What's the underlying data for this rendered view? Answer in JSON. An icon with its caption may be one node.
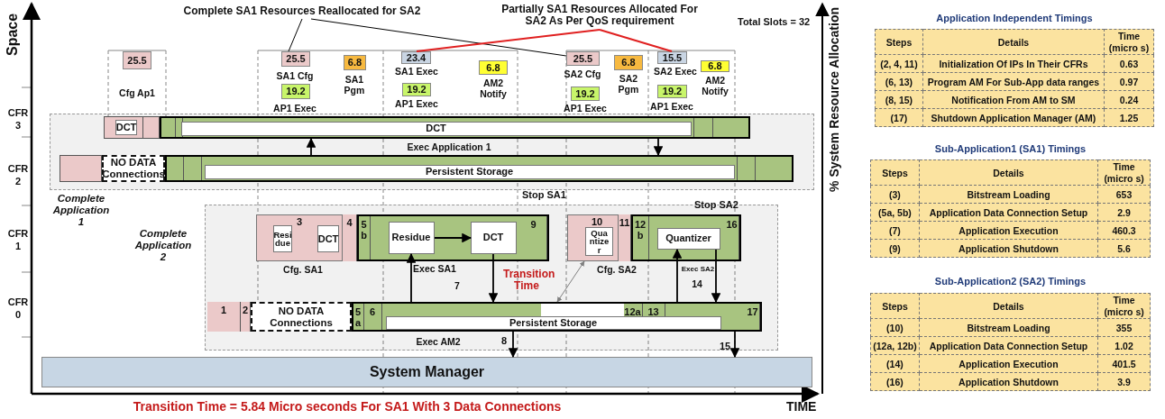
{
  "diagram": {
    "caption": "Transition Time = 5.84 Micro seconds For SA1 With 3 Data Connections",
    "nodes": [
      {
        "text": [
          "25.5"
        ],
        "beside": [
          "Cfg Ap1"
        ]
      },
      {
        "text": [
          "25.5"
        ],
        "beside": [
          "SA1 Cfg"
        ]
      },
      {
        "text": [
          "6.8"
        ],
        "beside": [
          "SA1 Pgm"
        ]
      },
      {
        "text": [
          "19.2"
        ],
        "beside": [
          "AP1 Exec"
        ]
      },
      {
        "text": [
          "23.4"
        ],
        "beside": [
          "SA1 Exec"
        ]
      },
      {
        "text": [
          "19.2"
        ],
        "beside": [
          "AP1 Exec"
        ]
      },
      {
        "text": [
          "6.8"
        ],
        "beside": [
          "AM2 Notify"
        ]
      },
      {
        "text": [
          "25.5"
        ],
        "beside": [
          "SA2 Cfg"
        ]
      },
      {
        "text": [
          "6.8"
        ],
        "beside": [
          "SA2 Pgm"
        ]
      },
      {
        "text": [
          "19.2"
        ],
        "beside": [
          "AP1 Exec"
        ]
      },
      {
        "text": [
          "15.5"
        ],
        "beside": [
          "SA2 Exec"
        ]
      },
      {
        "text": [
          "19.2"
        ],
        "beside": [
          "AP1 Exec"
        ]
      },
      {
        "text": [
          "6.8"
        ],
        "beside": [
          "AM2 Notify"
        ]
      },
      {
        "text": [
          "Complete SA1 Resources Reallocated for SA2"
        ]
      },
      {
        "text": [
          "Partially SA1 Resources Allocated For SA2 As Per QoS requirement"
        ]
      },
      {
        "text": [
          "Complete Application 1"
        ]
      },
      {
        "text": [],
        "shape": "box",
        "in": 15
      },
      {
        "text": [
          "DCT"
        ],
        "in": 16
      },
      {
        "text": [],
        "shape": "bar",
        "in": 15,
        "beside": [
          "Exec Application 1"
        ]
      },
      {
        "text": [
          "DCT"
        ],
        "in": 18
      },
      {
        "text": [],
        "shape": "box",
        "in": 15
      },
      {
        "text": [
          "NO DATA Connections"
        ],
        "in": 15
      },
      {
        "text": [],
        "shape": "bar",
        "in": 15
      },
      {
        "text": [
          "Persistent Storage"
        ],
        "in": 22
      },
      {
        "text": [
          "Complete Application 2"
        ]
      },
      {
        "text": [
          "3"
        ],
        "in": 24,
        "beside": [
          "Cfg. SA1"
        ]
      },
      {
        "text": [
          "Resi due"
        ],
        "in": 25
      },
      {
        "text": [
          "DCT"
        ],
        "in": 25
      },
      {
        "text": [
          "4"
        ],
        "in": 24
      },
      {
        "text": [],
        "shape": "bar",
        "in": 24,
        "beside": [
          "Exec SA1",
          "7"
        ]
      },
      {
        "text": [
          "5 b"
        ],
        "in": 29
      },
      {
        "text": [
          "Residue"
        ],
        "in": 29
      },
      {
        "text": [
          "DCT"
        ],
        "in": 29
      },
      {
        "text": [
          "9"
        ],
        "in": 29
      },
      {
        "text": [
          "10"
        ],
        "in": 24,
        "beside": [
          "Cfg. SA2"
        ]
      },
      {
        "text": [
          "Qua ntize r"
        ],
        "in": 34
      },
      {
        "text": [
          "11"
        ],
        "in": 24
      },
      {
        "text": [],
        "shape": "bar",
        "in": 24,
        "beside": [
          "Exec SA2",
          "14"
        ]
      },
      {
        "text": [
          "12 b"
        ],
        "in": 37
      },
      {
        "text": [
          "Quantizer"
        ],
        "in": 37
      },
      {
        "text": [
          "16"
        ],
        "in": 37
      },
      {
        "text": [
          "1"
        ],
        "in": 24
      },
      {
        "text": [
          "2"
        ],
        "in": 24
      },
      {
        "text": [
          "NO DATA Connections"
        ],
        "in": 24
      },
      {
        "text": [],
        "shape": "bar",
        "in": 24,
        "beside": [
          "Exec AM2"
        ]
      },
      {
        "text": [
          "5 a"
        ],
        "in": 44
      },
      {
        "text": [
          "6"
        ],
        "in": 44
      },
      {
        "text": [
          "Persistent Storage"
        ],
        "in": 44
      },
      {
        "text": [
          "12a"
        ],
        "in": 44
      },
      {
        "text": [
          "13"
        ],
        "in": 44
      },
      {
        "text": [
          "17"
        ],
        "in": 44
      },
      {
        "text": [
          "System Manager"
        ]
      }
    ],
    "edges": [
      {
        "from": 13,
        "to": 1,
        "arrow": "none"
      },
      {
        "from": 13,
        "to": 7,
        "arrow": "none"
      },
      {
        "from": 14,
        "to": 4,
        "arrow": "none",
        "color": "#e02020"
      },
      {
        "from": 14,
        "to": 10,
        "arrow": "none",
        "color": "#e02020"
      },
      {
        "from": 22,
        "to": 18,
        "arrow": "to"
      },
      {
        "from": 18,
        "to": 22,
        "arrow": "to"
      },
      {
        "from": 31,
        "to": 32,
        "arrow": "to"
      },
      {
        "from": 44,
        "to": 31,
        "arrow": "to"
      },
      {
        "from": 32,
        "to": 44,
        "arrow": "to"
      },
      {
        "from": 44,
        "to": 39,
        "arrow": "to"
      },
      {
        "from": 39,
        "to": 44,
        "arrow": "to"
      },
      {
        "from": 44,
        "to": 51,
        "arrow": "to",
        "label": "8"
      },
      {
        "from": 44,
        "to": 51,
        "arrow": "to",
        "label": "15"
      },
      {
        "from": 44,
        "to": 34,
        "arrow": "both",
        "label": "Transition Time",
        "color": "#808080"
      }
    ],
    "labels": [
      "Space",
      "Total Slots = 32",
      "% System Resource Allocation",
      "CFR 3",
      "CFR 2",
      "Stop SA1",
      "Stop SA2",
      "CFR 1",
      "CFR 0",
      "TIME",
      "Application Independent Timings",
      "Steps",
      "Details",
      "Time (micro s)",
      "(2, 4, 11)",
      "Initialization Of IPs In Their CFRs",
      "0.63",
      "(6, 13)",
      "Program AM For Sub-App data ranges",
      "0.97",
      "(8, 15)",
      "Notification From AM to SM",
      "0.24",
      "(17)",
      "Shutdown Application Manager (AM)",
      "1.25",
      "Sub-Application1 (SA1) Timings",
      "Steps",
      "Details",
      "Time (micro s)",
      "(3)",
      "Bitstream Loading",
      "653",
      "(5a, 5b)",
      "Application Data Connection Setup",
      "2.9",
      "(7)",
      "Application Execution",
      "460.3",
      "(9)",
      "Application Shutdown",
      "5.6",
      "Sub-Application2 (SA2) Timings",
      "Steps",
      "Details",
      "Time (micro s)",
      "(10)",
      "Bitstream Loading",
      "355",
      "(12a, 12b)",
      "Application Data Connection Setup",
      "1.02",
      "(14)",
      "Application Execution",
      "401.5",
      "(16)",
      "Application Shutdown",
      "3.9"
    ]
  }
}
